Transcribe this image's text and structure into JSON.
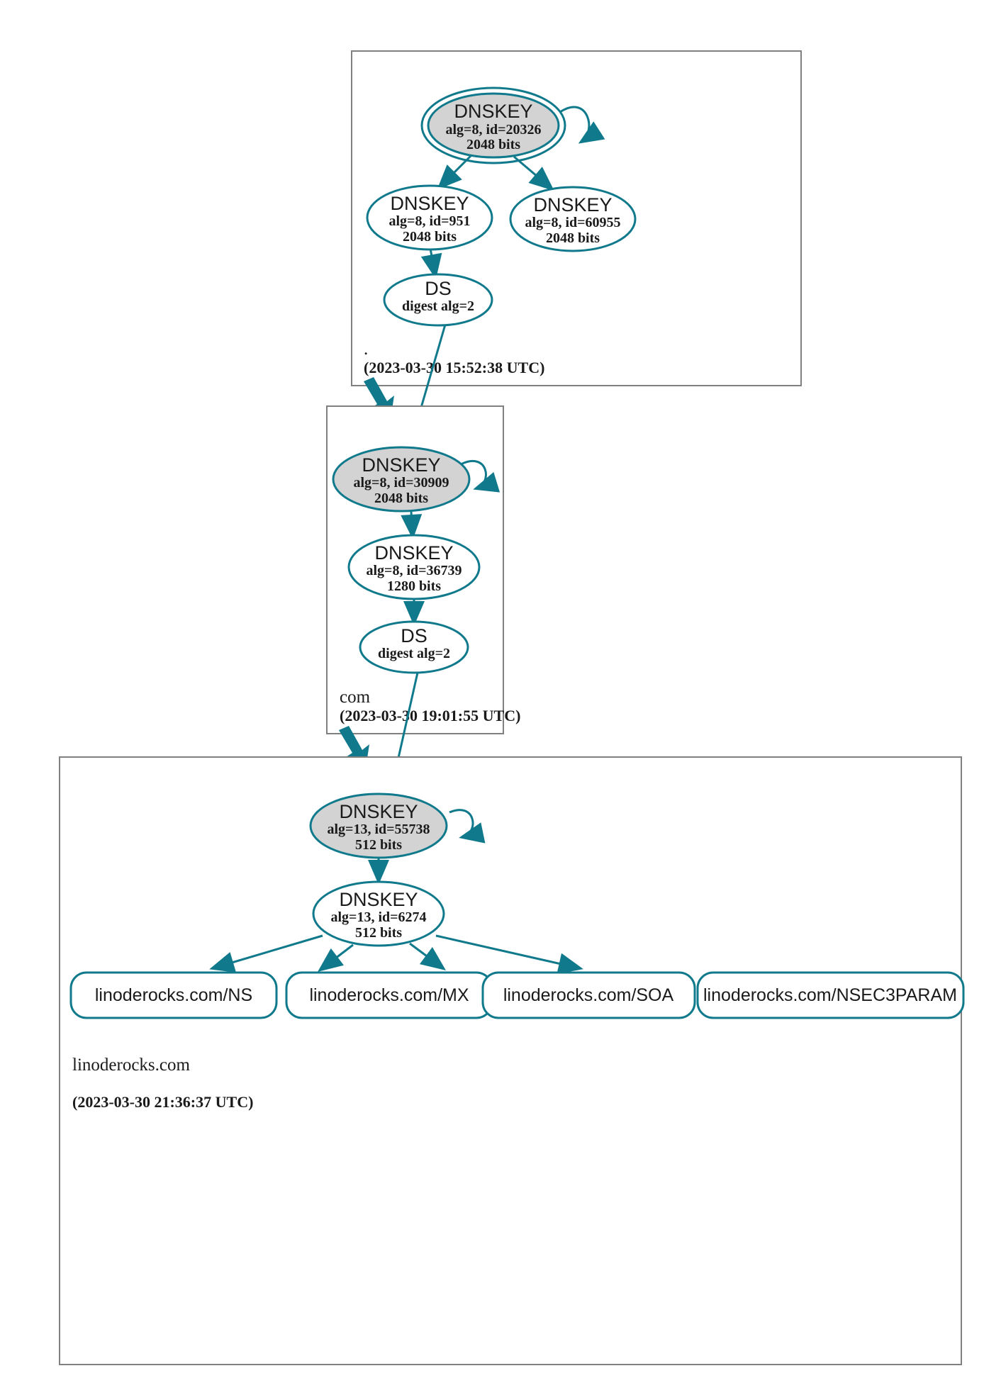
{
  "diagram": {
    "type": "dnssec-authentication-chain",
    "colors": {
      "accent": "#107a8c",
      "ksk_fill": "#d3d3d3",
      "zone_border": "#808080",
      "background": "#ffffff"
    }
  },
  "zones": [
    {
      "name": "root",
      "label": ".",
      "timestamp": "(2023-03-30 15:52:38 UTC)",
      "nodes": [
        {
          "id": "root-ksk",
          "kind": "DNSKEY",
          "title": "DNSKEY",
          "detail": "alg=8, id=20326",
          "bits": "2048 bits",
          "trust_anchor": true,
          "ksk": true
        },
        {
          "id": "root-zsk1",
          "kind": "DNSKEY",
          "title": "DNSKEY",
          "detail": "alg=8, id=951",
          "bits": "2048 bits",
          "trust_anchor": false,
          "ksk": false
        },
        {
          "id": "root-zsk2",
          "kind": "DNSKEY",
          "title": "DNSKEY",
          "detail": "alg=8, id=60955",
          "bits": "2048 bits",
          "trust_anchor": false,
          "ksk": false
        },
        {
          "id": "root-ds",
          "kind": "DS",
          "title": "DS",
          "detail": "digest alg=2",
          "bits": "",
          "trust_anchor": false,
          "ksk": false
        }
      ]
    },
    {
      "name": "com",
      "label": "com",
      "timestamp": "(2023-03-30 19:01:55 UTC)",
      "nodes": [
        {
          "id": "com-ksk",
          "kind": "DNSKEY",
          "title": "DNSKEY",
          "detail": "alg=8, id=30909",
          "bits": "2048 bits",
          "trust_anchor": false,
          "ksk": true
        },
        {
          "id": "com-zsk",
          "kind": "DNSKEY",
          "title": "DNSKEY",
          "detail": "alg=8, id=36739",
          "bits": "1280 bits",
          "trust_anchor": false,
          "ksk": false
        },
        {
          "id": "com-ds",
          "kind": "DS",
          "title": "DS",
          "detail": "digest alg=2",
          "bits": "",
          "trust_anchor": false,
          "ksk": false
        }
      ]
    },
    {
      "name": "linoderocks.com",
      "label": "linoderocks.com",
      "timestamp": "(2023-03-30 21:36:37 UTC)",
      "nodes": [
        {
          "id": "lr-ksk",
          "kind": "DNSKEY",
          "title": "DNSKEY",
          "detail": "alg=13, id=55738",
          "bits": "512 bits",
          "trust_anchor": false,
          "ksk": true
        },
        {
          "id": "lr-zsk",
          "kind": "DNSKEY",
          "title": "DNSKEY",
          "detail": "alg=13, id=6274",
          "bits": "512 bits",
          "trust_anchor": false,
          "ksk": false
        }
      ],
      "rrsets": [
        {
          "id": "rr-ns",
          "label": "linoderocks.com/NS"
        },
        {
          "id": "rr-mx",
          "label": "linoderocks.com/MX"
        },
        {
          "id": "rr-soa",
          "label": "linoderocks.com/SOA"
        },
        {
          "id": "rr-nsec3param",
          "label": "linoderocks.com/NSEC3PARAM"
        }
      ]
    }
  ]
}
